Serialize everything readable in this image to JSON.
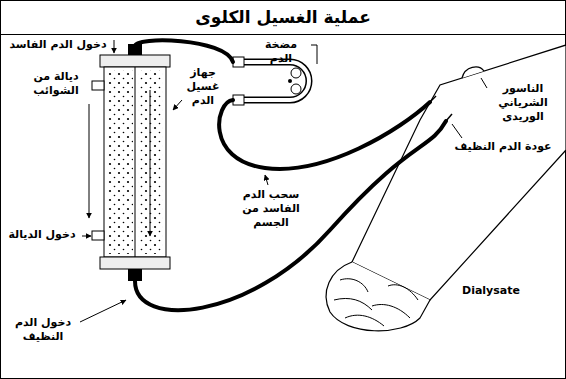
{
  "diagram": {
    "title": "عملية الغسيل الكلوى",
    "labels": [
      "دخول الدم الفاسد",
      "ديالة من الشوائب",
      "جهاز غسيل الدم",
      "مضخة الدم",
      "الناسور الشرياني الوريدى",
      "عودة الدم النظيف",
      "سحب الدم الفاسد من الجسم",
      "دخول الديالة",
      "دخول الدم النظيف",
      "Dialysate"
    ]
  }
}
